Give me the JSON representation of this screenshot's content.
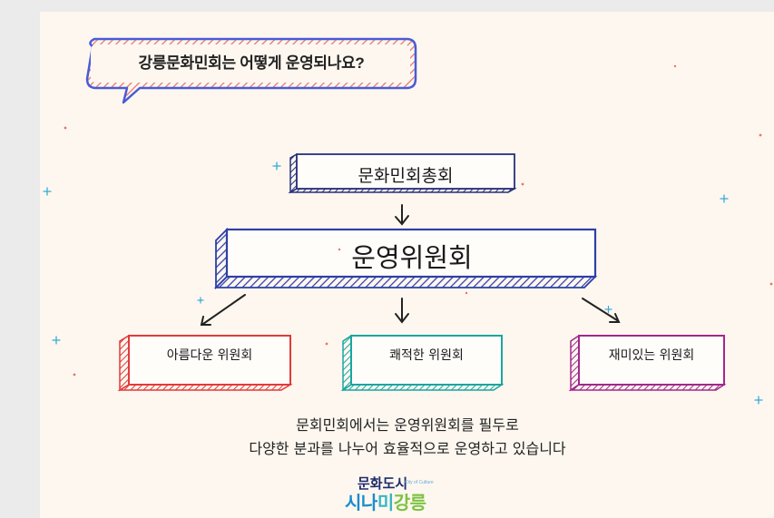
{
  "speech_bubble": {
    "text": "강릉문화민회는 어떻게 운영되나요?"
  },
  "org_chart": {
    "top_box": "문화민회총회",
    "middle_box": "운영위원회",
    "committees": [
      "아름다운 위원회",
      "쾌적한 위원회",
      "재미있는 위원회"
    ]
  },
  "description": {
    "line1": "문회민회에서는 운영위원회를 필두로",
    "line2": "다양한 분과를 나누어 효율적으로 운영하고 있습니다"
  },
  "logo": {
    "line1": "문화도시",
    "subtitle": "City of Culture",
    "line2_part1": "시나",
    "line2_part2": "미",
    "line2_part3": "강릉"
  },
  "colors": {
    "background": "#fdf7ef",
    "bubble_outline": "#4a5bd6",
    "bubble_hatch": "#e8746a",
    "top_box": "#27307a",
    "middle_box": "#2d3fa8",
    "committee_red": "#e23a3a",
    "committee_teal": "#1aa6a0",
    "committee_purple": "#a2288c",
    "logo_navy": "#1e2c6c",
    "logo_blue": "#1b8ccf",
    "logo_teal": "#39b6c4",
    "logo_green": "#7cc242"
  }
}
